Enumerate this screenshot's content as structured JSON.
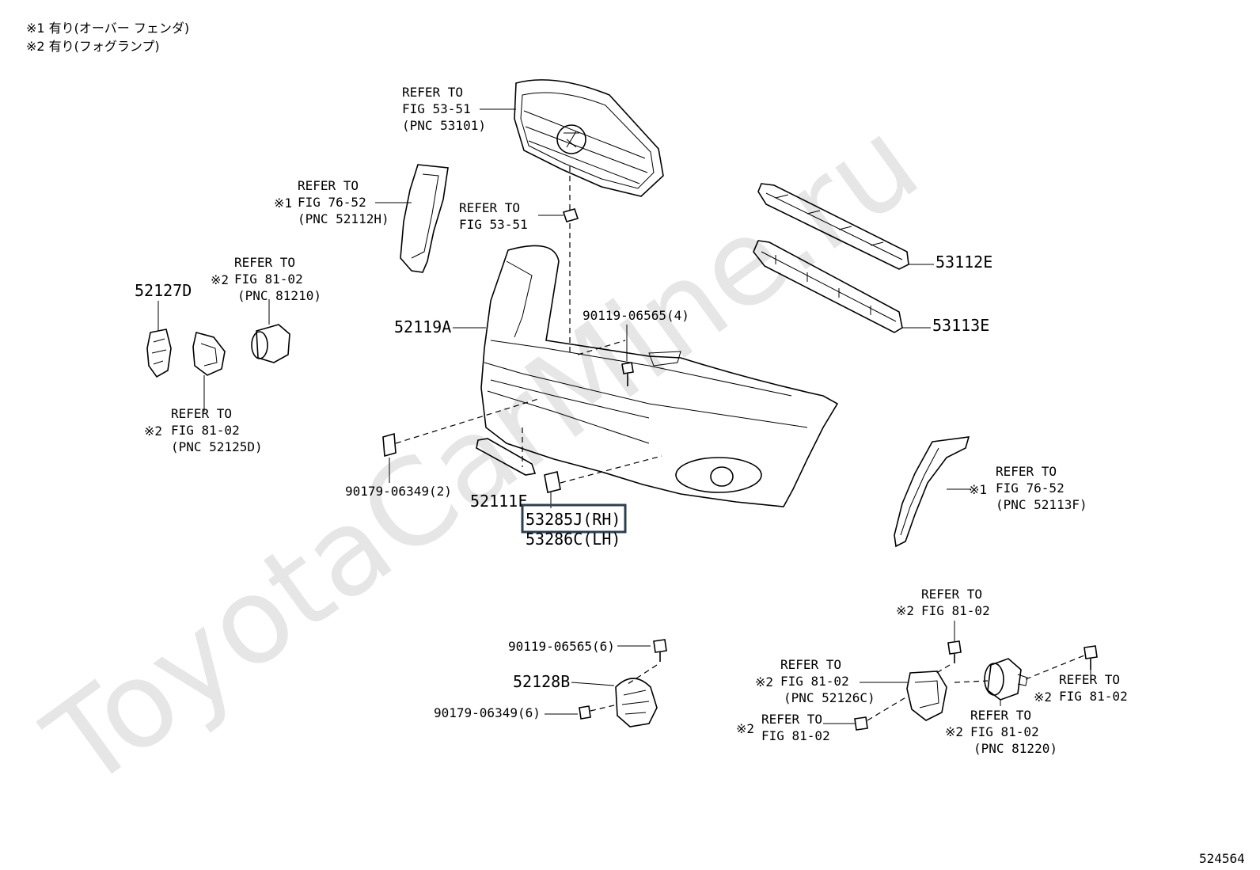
{
  "notes": [
    "※1 有り(オーバー  フェンダ)",
    "※2 有り(フォグランプ)"
  ],
  "watermark": "ToyotaCarMine.ru",
  "diagram_id": "524564",
  "highlight_color": "#2b3f52",
  "callouts": {
    "grille": [
      "REFER TO",
      "FIG 53-51",
      "(PNC 53101)"
    ],
    "clip_top": [
      "REFER TO",
      "FIG 53-51"
    ],
    "fender_left": [
      "REFER TO",
      "FIG 76-52",
      "(PNC 52112H)"
    ],
    "fender_left_mark": "※1",
    "fog_upper": [
      "REFER TO",
      "FIG 81-02",
      "(PNC 81210)"
    ],
    "fog_upper_mark": "※2",
    "cover_left": [
      "REFER TO",
      "FIG 81-02",
      "(PNC 52125D)"
    ],
    "cover_left_mark": "※2",
    "fender_right": [
      "REFER TO",
      "FIG 76-52",
      "(PNC 52113F)"
    ],
    "fender_right_mark": "※1",
    "bottom_a": [
      "REFER TO",
      "FIG 81-02"
    ],
    "bottom_a_mark": "※2",
    "bottom_b": [
      "REFER TO",
      "FIG 81-02",
      "(PNC 52126C)"
    ],
    "bottom_b_mark": "※2",
    "bottom_c": [
      "REFER TO",
      "FIG 81-02"
    ],
    "bottom_c_mark": "※2",
    "bottom_d": [
      "REFER TO",
      "FIG 81-02"
    ],
    "bottom_d_mark": "※2",
    "bottom_e": [
      "REFER TO",
      "FIG 81-02",
      "(PNC 81220)"
    ],
    "bottom_e_mark": "※2"
  },
  "parts": {
    "p52127D": "52127D",
    "p52119A": "52119A",
    "p53112E": "53112E",
    "p53113E": "53113E",
    "p52111F": "52111F",
    "p53285J": "53285J(RH)",
    "p53286C": "53286C(LH)",
    "p52128B": "52128B",
    "bolt_top": "90119-06565(4)",
    "clip_left": "90179-06349(2)",
    "bolt_bottom": "90119-06565(6)",
    "clip_bottom": "90179-06349(6)"
  }
}
